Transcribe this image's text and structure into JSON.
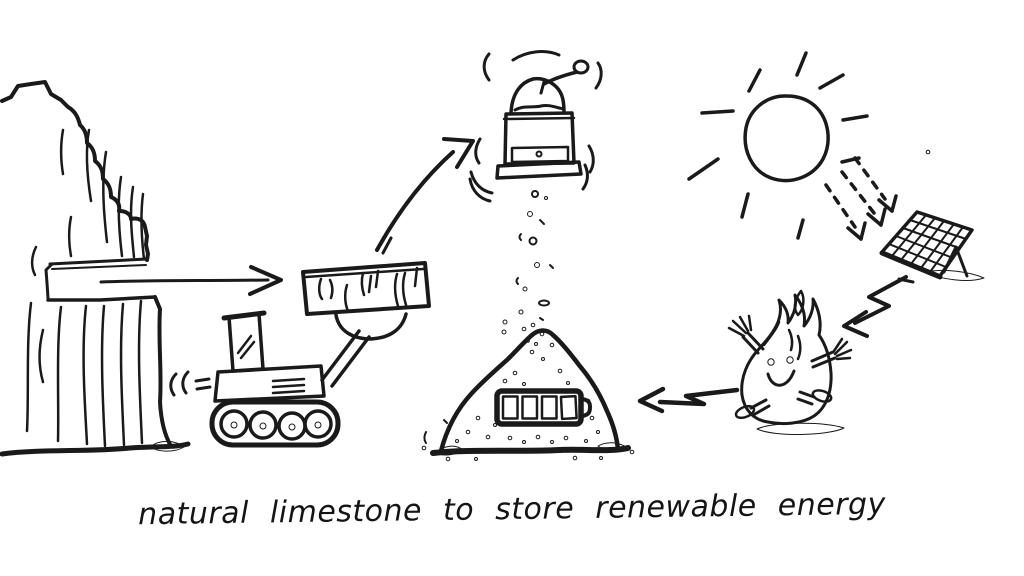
{
  "illustration": {
    "background": "#ffffff",
    "ink": "#1a1a1a",
    "caption": "natural limestone to store renewable energy",
    "icons": [
      {
        "name": "limestone-cliff",
        "desc": "rock face with a slab cut out of it"
      },
      {
        "name": "extraction-arrow",
        "desc": "arrow from the cliff slot to the cut block"
      },
      {
        "name": "excavator",
        "desc": "tracked digger carrying the block"
      },
      {
        "name": "limestone-block",
        "desc": "cut limestone slab held on the arm"
      },
      {
        "name": "block-to-grinder-arrow",
        "desc": "curved arrow up to the grinder"
      },
      {
        "name": "grinder",
        "desc": "hand mill grinding the stone"
      },
      {
        "name": "falling-powder",
        "desc": "ground particles falling into the pile"
      },
      {
        "name": "powder-pile",
        "desc": "mound of ground limestone"
      },
      {
        "name": "battery-icon",
        "desc": "fully charged battery inside the pile"
      },
      {
        "name": "flame-to-pile-arrow",
        "desc": "zigzag arrow from heat to the pile"
      },
      {
        "name": "flame-character",
        "desc": "running smiling flame mascot"
      },
      {
        "name": "panel-to-flame-arrow",
        "desc": "zigzag arrow from panel to flame"
      },
      {
        "name": "solar-panel",
        "desc": "tilted photovoltaic panel on a stand"
      },
      {
        "name": "sun",
        "desc": "sun with rays"
      },
      {
        "name": "sunbeam-arrows",
        "desc": "dashed sunbeams hitting the panel"
      }
    ]
  }
}
